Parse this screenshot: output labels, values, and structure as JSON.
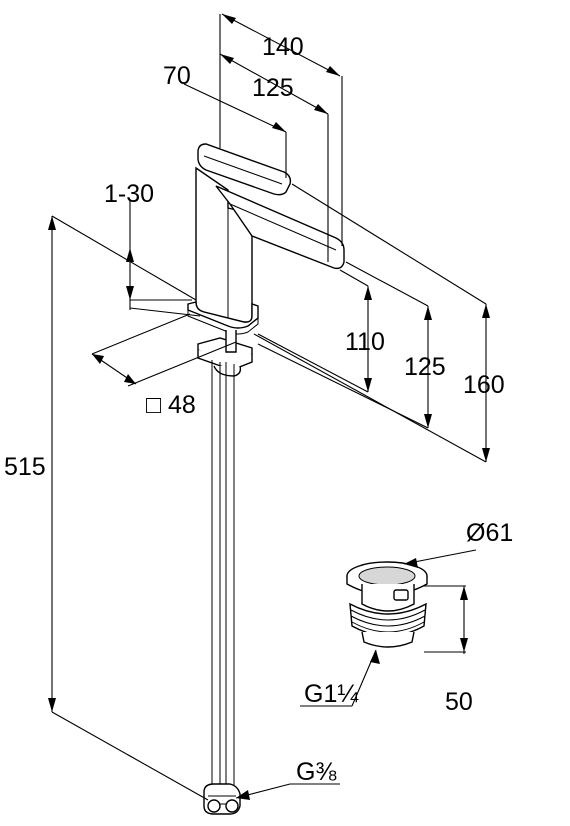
{
  "dimensions": {
    "overall_depth": "140",
    "spout_reach_short": "70",
    "spout_reach": "125",
    "min_thickness": "1-30",
    "height_to_spout_underside": "110",
    "height_to_lever": "125",
    "total_height": "160",
    "base_size": "48",
    "base_size_symbol": "□",
    "hose_length": "515",
    "hose_connection": "G⅜",
    "waste_diameter": "Ø61",
    "waste_thread": "G1¼",
    "waste_height": "50"
  }
}
